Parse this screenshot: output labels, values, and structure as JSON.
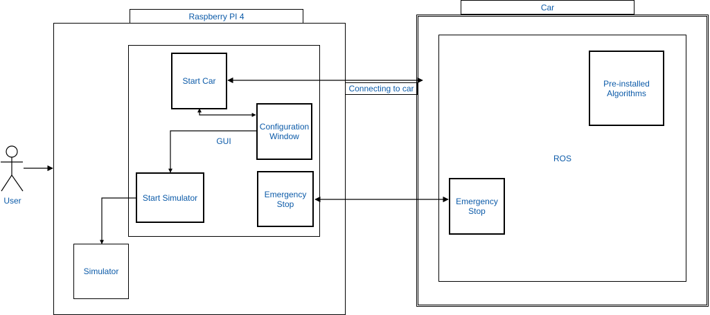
{
  "raspberry_pi": {
    "title": "Raspberry PI 4",
    "gui_label": "GUI",
    "buttons": {
      "start_car": "Start Car",
      "configuration_window": "Configuration\nWindow",
      "start_simulator": "Start Simulator",
      "emergency_stop": "Emergency\nStop"
    },
    "simulator": "Simulator"
  },
  "car": {
    "title": "Car",
    "ros_label": "ROS",
    "preinstalled_algorithms": "Pre-installed\nAlgorithms",
    "emergency_stop": "Emergency\nStop"
  },
  "user_label": "User",
  "connection_label": "Connecting to car",
  "colors": {
    "text": "#0b5aa8",
    "line": "#000000"
  }
}
